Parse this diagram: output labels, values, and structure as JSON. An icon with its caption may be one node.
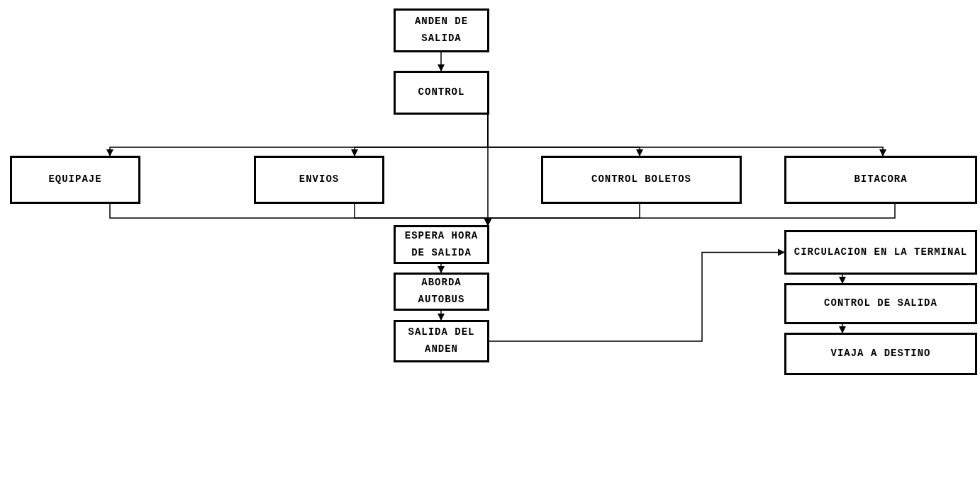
{
  "diagram": {
    "nodes": [
      {
        "text": [
          "ANDEN DE SALIDA"
        ]
      },
      {
        "text": [
          "CONTROL"
        ]
      },
      {
        "text": [
          "EQUIPAJE"
        ]
      },
      {
        "text": [
          "ENVIOS"
        ]
      },
      {
        "text": [
          "CONTROL BOLETOS"
        ]
      },
      {
        "text": [
          "BITACORA"
        ]
      },
      {
        "text": [
          "ESPERA HORA DE SALIDA"
        ]
      },
      {
        "text": [
          "ABORDA AUTOBUS"
        ]
      },
      {
        "text": [
          "SALIDA DEL ANDEN"
        ]
      },
      {
        "text": [
          "CIRCULACION EN LA TERMINAL"
        ]
      },
      {
        "text": [
          "CONTROL DE SALIDA"
        ]
      },
      {
        "text": [
          "VIAJA A DESTINO"
        ]
      }
    ],
    "edges": [
      {
        "from": 0,
        "to": 1,
        "arrow": "to"
      },
      {
        "from": 1,
        "to": 2,
        "arrow": "to"
      },
      {
        "from": 1,
        "to": 3,
        "arrow": "to"
      },
      {
        "from": 1,
        "to": 4,
        "arrow": "to"
      },
      {
        "from": 1,
        "to": 5,
        "arrow": "to"
      },
      {
        "from": 1,
        "to": 6,
        "arrow": "to"
      },
      {
        "from": 2,
        "to": 6,
        "arrow": "to"
      },
      {
        "from": 3,
        "to": 6,
        "arrow": "to"
      },
      {
        "from": 4,
        "to": 6,
        "arrow": "to"
      },
      {
        "from": 5,
        "to": 6,
        "arrow": "to"
      },
      {
        "from": 6,
        "to": 7,
        "arrow": "to"
      },
      {
        "from": 7,
        "to": 8,
        "arrow": "to"
      },
      {
        "from": 8,
        "to": 9,
        "arrow": "to"
      },
      {
        "from": 9,
        "to": 10,
        "arrow": "to"
      },
      {
        "from": 10,
        "to": 11,
        "arrow": "to"
      }
    ]
  }
}
